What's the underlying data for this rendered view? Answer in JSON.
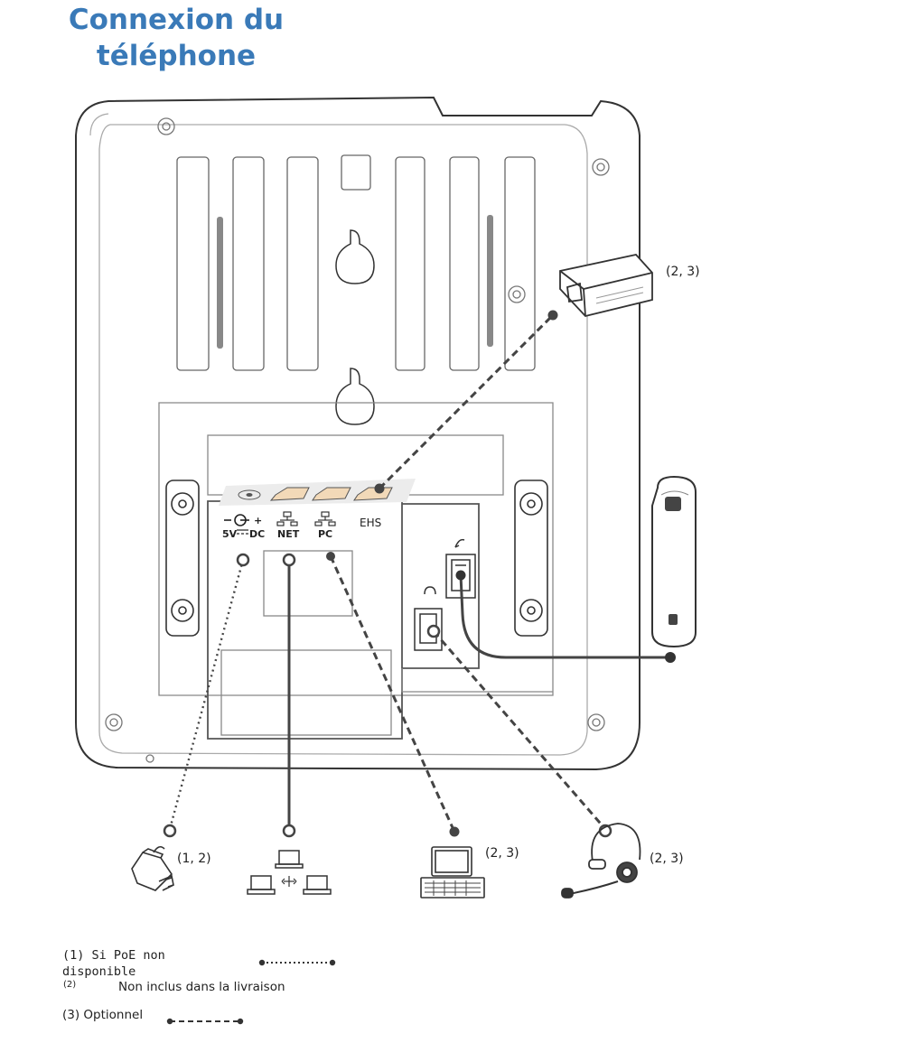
{
  "title_line1": "Connexion du",
  "title_line2": "téléphone",
  "ports": {
    "power_top": "5V",
    "power_bottom": "DC",
    "power_plus": "+",
    "net": "NET",
    "pc": "PC",
    "ehs": "EHS"
  },
  "callouts": {
    "ehs_adapter": "(2, 3)",
    "power_adapter": "(1, 2)",
    "pc": "(2, 3)",
    "headset": "(2, 3)"
  },
  "legend": {
    "note1": "(1) Si PoE non disponible",
    "note2_mark": "(2)",
    "note2": "Non inclus dans la livraison",
    "note3": "(3) Optionnel"
  },
  "colors": {
    "title": "#3a7ab8",
    "line": "#444444",
    "outline": "#333333"
  },
  "icons": [
    "power-adapter-icon",
    "network-icon",
    "computer-icon",
    "headset-icon",
    "handset-icon",
    "ehs-adapter-icon"
  ]
}
